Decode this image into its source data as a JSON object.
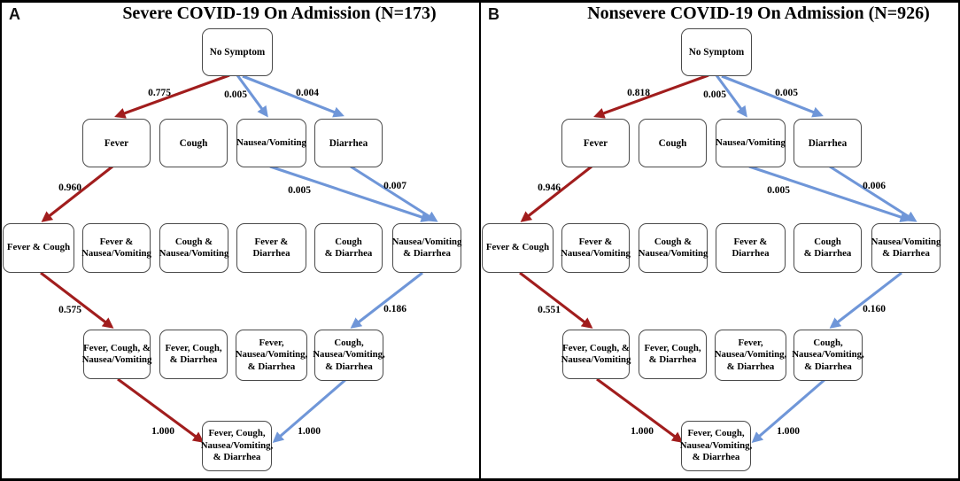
{
  "figure": {
    "panels": [
      {
        "label": "A",
        "title": "Severe COVID-19 On Admission (N=173)",
        "transitions": {
          "ns_fever": "0.775",
          "ns_nausea": "0.005",
          "ns_diarrhea": "0.004",
          "fever_fc": "0.960",
          "nausea_nd": "0.005",
          "diarrhea_nd": "0.007",
          "fc_fcn": "0.575",
          "nd_cnd": "0.186",
          "fcn_all": "1.000",
          "cnd_all": "1.000"
        }
      },
      {
        "label": "B",
        "title": "Nonsevere COVID-19 On Admission (N=926)",
        "transitions": {
          "ns_fever": "0.818",
          "ns_nausea": "0.005",
          "ns_diarrhea": "0.005",
          "fever_fc": "0.946",
          "nausea_nd": "0.005",
          "diarrhea_nd": "0.006",
          "fc_fcn": "0.551",
          "nd_cnd": "0.160",
          "fcn_all": "1.000",
          "cnd_all": "1.000"
        }
      }
    ]
  },
  "nodes": {
    "no_symptom": "No Symptom",
    "fever": "Fever",
    "cough": "Cough",
    "nausea_vomiting": "Nausea/Vomiting",
    "diarrhea": "Diarrhea",
    "fever_cough": "Fever & Cough",
    "fever_nausea": "Fever &\nNausea/Vomiting",
    "cough_nausea": "Cough &\nNausea/Vomiting",
    "fever_diarrhea": "Fever &\nDiarrhea",
    "cough_diarrhea": "Cough\n& Diarrhea",
    "nausea_diarrhea": "Nausea/Vomiting\n& Diarrhea",
    "fever_cough_nausea": "Fever, Cough, &\nNausea/Vomiting",
    "fever_cough_diarrhea": "Fever, Cough,\n& Diarrhea",
    "fever_nausea_diarrhea": "Fever,\nNausea/Vomiting,\n& Diarrhea",
    "cough_nausea_diarrhea": "Cough,\nNausea/Vomiting,\n& Diarrhea",
    "all_four": "Fever, Cough,\nNausea/Vomiting,\n& Diarrhea"
  },
  "colors": {
    "dominant_path_arrow": "#a11d1d",
    "minor_path_arrow": "#6f96d8"
  }
}
